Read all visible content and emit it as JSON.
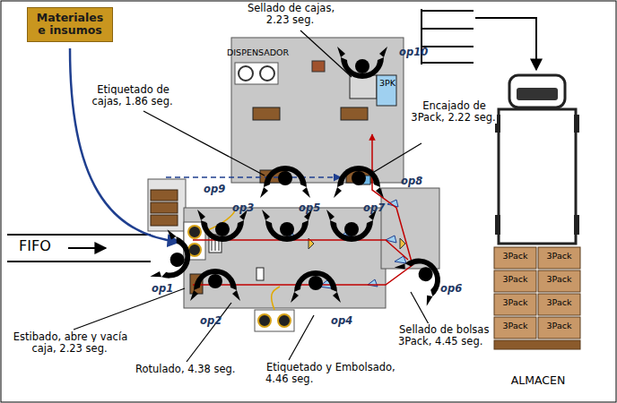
{
  "diagram": {
    "nodes": [
      {
        "text": [
          "Materiales e insumos"
        ]
      }
    ],
    "labels": [
      "Sellado de cajas, 2.23 seg.",
      "DISPENSADOR",
      "op10",
      "3PK",
      "Etiquetado de cajas, 1.86 seg.",
      "Encajado de 3Pack, 2.22 seg.",
      "op9",
      "op8",
      "op3",
      "op5",
      "op7",
      "op6",
      "op1",
      "op2",
      "op4",
      "FIFO",
      "Estibado, abre y vacía caja, 2.23 seg.",
      "Rotulado, 4.38 seg.",
      "Etiquetado y Embolsado, 4.46 seg.",
      "Sellado de bolsas 3Pack, 4.45 seg.",
      "ALMACEN",
      "3Pack",
      "3Pack",
      "3Pack",
      "3Pack",
      "3Pack",
      "3Pack",
      "3Pack",
      "3Pack"
    ]
  }
}
